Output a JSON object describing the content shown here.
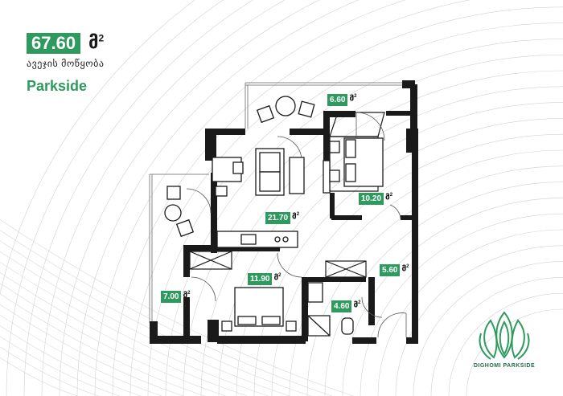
{
  "header": {
    "total_area": "67.60",
    "area_unit": "მ",
    "unit_sup": "2",
    "subtitle": "ავეჯის მოწყობა",
    "project_name": "Parkside"
  },
  "rooms": [
    {
      "id": "balcony",
      "area": "6.60"
    },
    {
      "id": "bedroom-1",
      "area": "10.20"
    },
    {
      "id": "living",
      "area": "21.70"
    },
    {
      "id": "hall",
      "area": "5.60"
    },
    {
      "id": "bedroom-2",
      "area": "11.90"
    },
    {
      "id": "terrace",
      "area": "7.00"
    },
    {
      "id": "bathroom",
      "area": "4.60"
    }
  ],
  "logo": {
    "name": "DIGHOMI PARKSIDE",
    "color": "#2e9a5e"
  },
  "colors": {
    "accent": "#2e9a5e",
    "wall": "#1a1a1a"
  }
}
